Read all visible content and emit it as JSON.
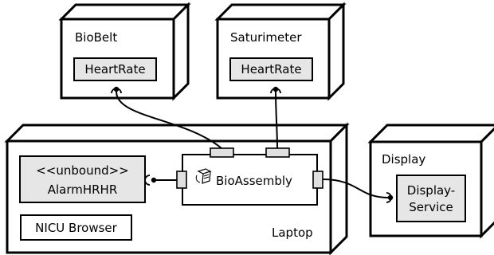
{
  "nodes": {
    "biobelt": {
      "label": "BioBelt",
      "component": "HeartRate"
    },
    "saturimeter": {
      "label": "Saturimeter",
      "component": "HeartRate"
    },
    "laptop": {
      "label": "Laptop"
    },
    "display": {
      "label": "Display",
      "component_line1": "Display-",
      "component_line2": "Service"
    }
  },
  "components": {
    "alarm": {
      "stereotype": "<<unbound>>",
      "name": "AlarmHRHR"
    },
    "nicu_browser": {
      "name": "NICU Browser"
    },
    "bioassembly": {
      "name": "BioAssembly",
      "icon": "scroll-icon"
    }
  }
}
